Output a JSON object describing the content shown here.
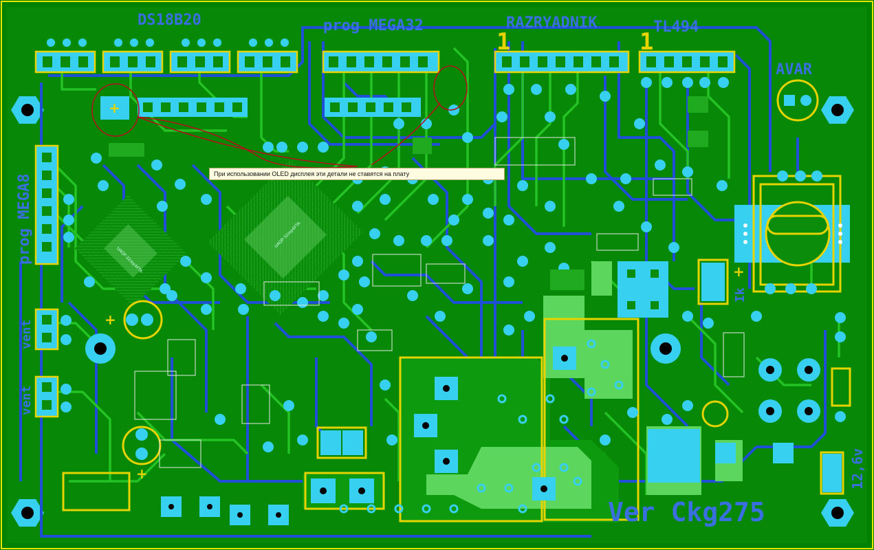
{
  "board": {
    "labels": {
      "ds18b20": "DS18B20",
      "prog_mega32": "prog MEGA32",
      "razryadnik": "RAZRYADNIK",
      "tl494": "TL494",
      "avar": "AVAR",
      "prog_mega8": "prog MEGA8",
      "vent_1": "vent",
      "vent_2": "vent",
      "ik": "Ik",
      "voltage": "12,6v",
      "version": "Ver Ckg275",
      "pin1_a": "1",
      "pin1_b": "1",
      "mcu_a": "UAQP-32/ep4FTA",
      "mcu_b": "UAQP-32/ep4FTA"
    },
    "note": "При использовании OLED дисплея эти детали не ставятся на плату"
  }
}
